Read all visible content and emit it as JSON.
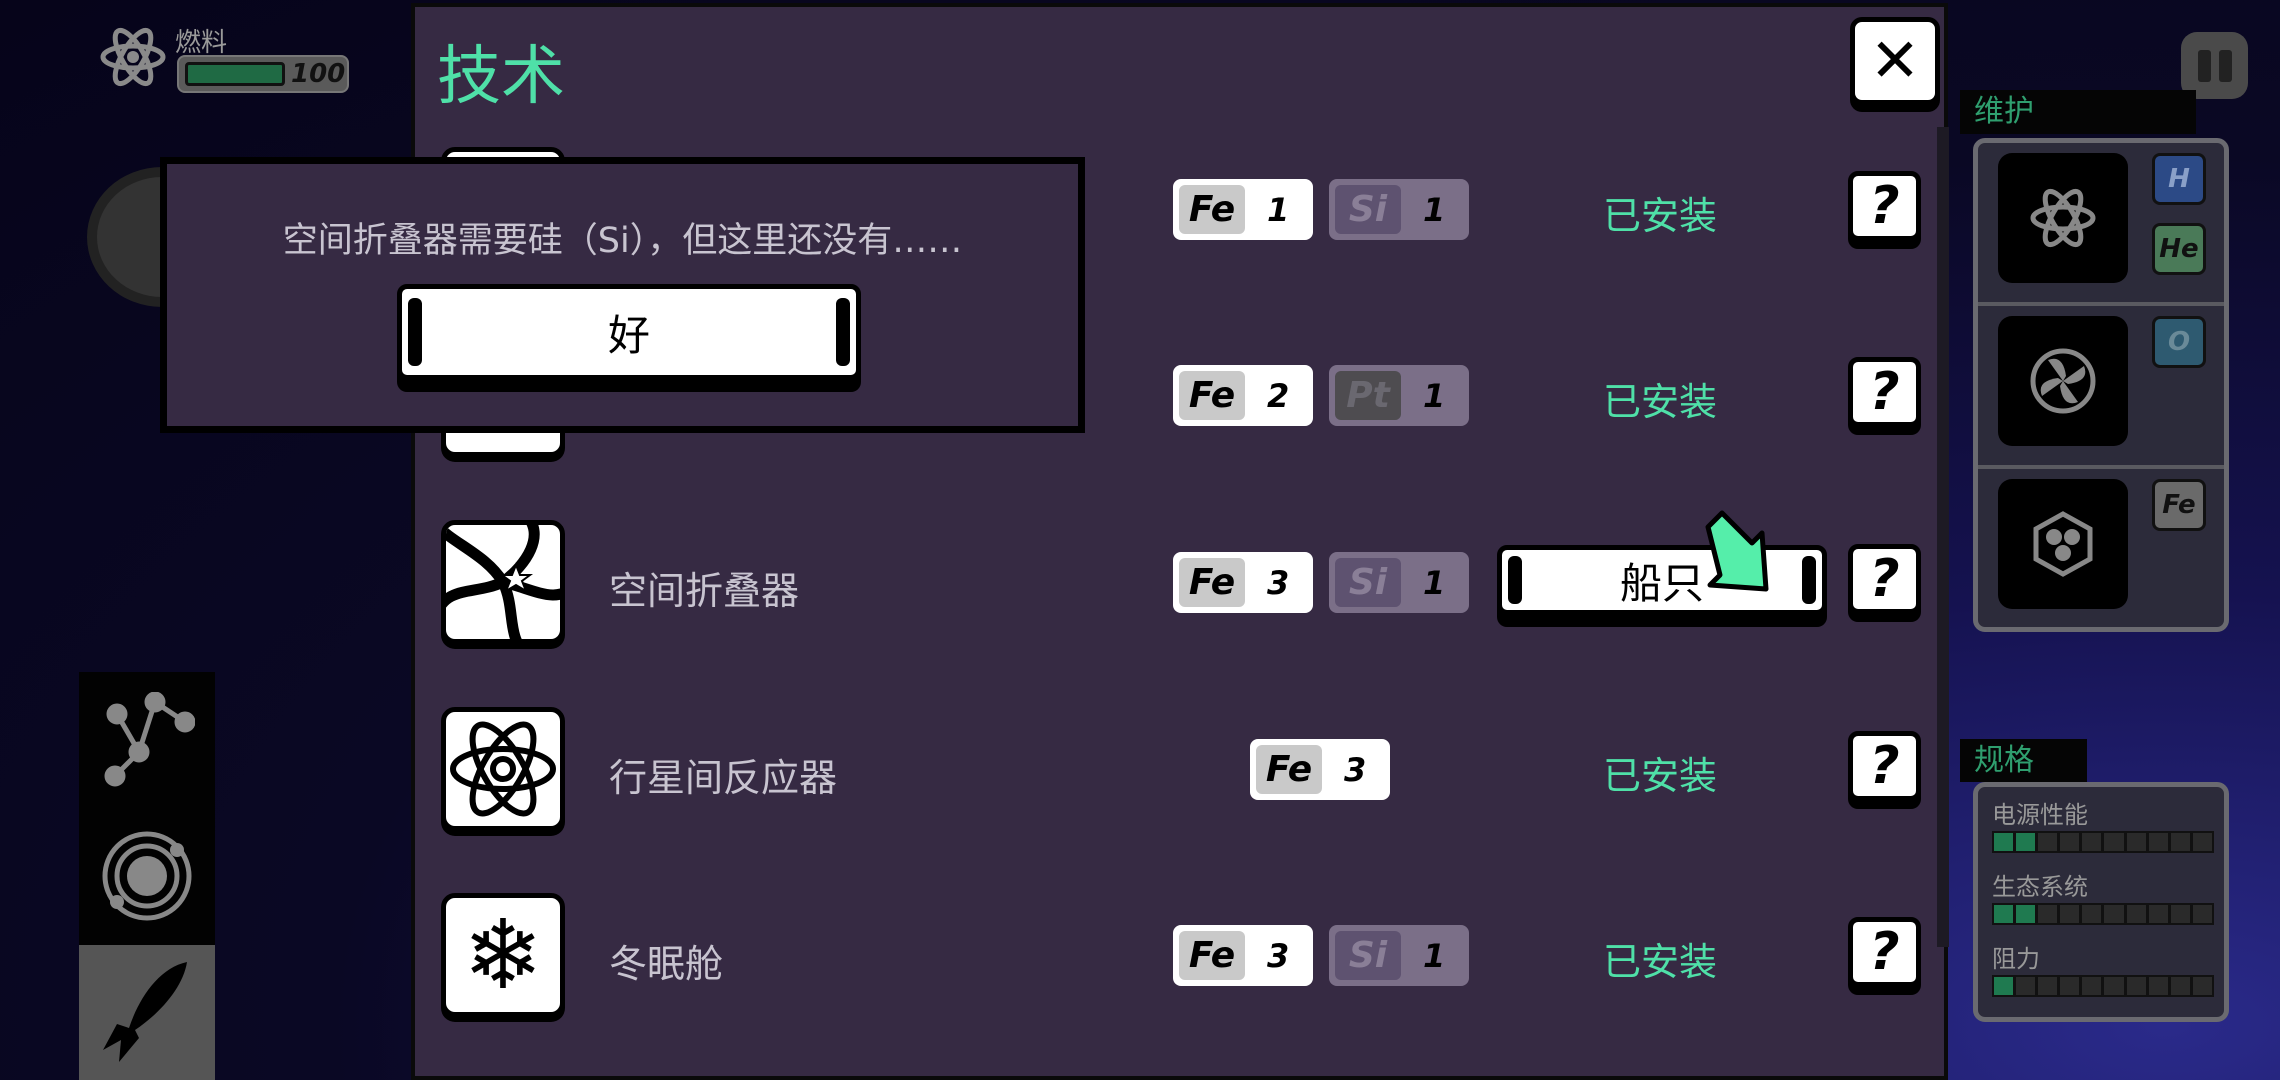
{
  "hud": {
    "fuel_label": "燃料",
    "fuel_value": "100",
    "fuel_fraction": 1.0,
    "pause_icon": "pause-icon"
  },
  "panel": {
    "title": "技术",
    "close_icon": "close-icon",
    "rows": [
      {
        "name": "",
        "icon": "hidden-icon",
        "costs": [
          {
            "el": "Fe",
            "qty": "1",
            "available": true
          },
          {
            "el": "Si",
            "qty": "1",
            "available": false
          }
        ],
        "status": "已安装"
      },
      {
        "name": "",
        "icon": "hidden-icon",
        "costs": [
          {
            "el": "Fe",
            "qty": "2",
            "available": true
          },
          {
            "el": "Pt",
            "qty": "1",
            "available": false
          }
        ],
        "status": "已安装"
      },
      {
        "name": "空间折叠器",
        "icon": "spiral-icon",
        "costs": [
          {
            "el": "Fe",
            "qty": "3",
            "available": true
          },
          {
            "el": "Si",
            "qty": "1",
            "available": false
          }
        ],
        "action": "船只"
      },
      {
        "name": "行星间反应器",
        "icon": "atom-icon",
        "costs": [
          {
            "el": "Fe",
            "qty": "3",
            "available": true
          }
        ],
        "status": "已安装"
      },
      {
        "name": "冬眠舱",
        "icon": "snowflake-icon",
        "costs": [
          {
            "el": "Fe",
            "qty": "3",
            "available": true
          },
          {
            "el": "Si",
            "qty": "1",
            "available": false
          }
        ],
        "status": "已安装"
      }
    ],
    "help_label": "?"
  },
  "dialog": {
    "message": "空间折叠器需要硅（Si），但这里还没有……",
    "ok": "好"
  },
  "maintenance": {
    "label": "维护",
    "items": [
      {
        "icon": "atom-icon",
        "elements": [
          "H",
          "He"
        ]
      },
      {
        "icon": "fan-icon",
        "elements": [
          "O"
        ]
      },
      {
        "icon": "hull-icon",
        "elements": [
          "Fe"
        ]
      }
    ]
  },
  "specs": {
    "label": "规格",
    "items": [
      {
        "name": "电源性能",
        "level": 2,
        "max": 10
      },
      {
        "name": "生态系统",
        "level": 2,
        "max": 10
      },
      {
        "name": "阻力",
        "level": 1,
        "max": 10
      }
    ]
  },
  "colors": {
    "accent": "#4fe0a8",
    "panel": "#362a43",
    "H": "#2c4a86",
    "He": "#4a7a58",
    "O": "#2e5a70",
    "Fe": "#6a6a6a"
  }
}
